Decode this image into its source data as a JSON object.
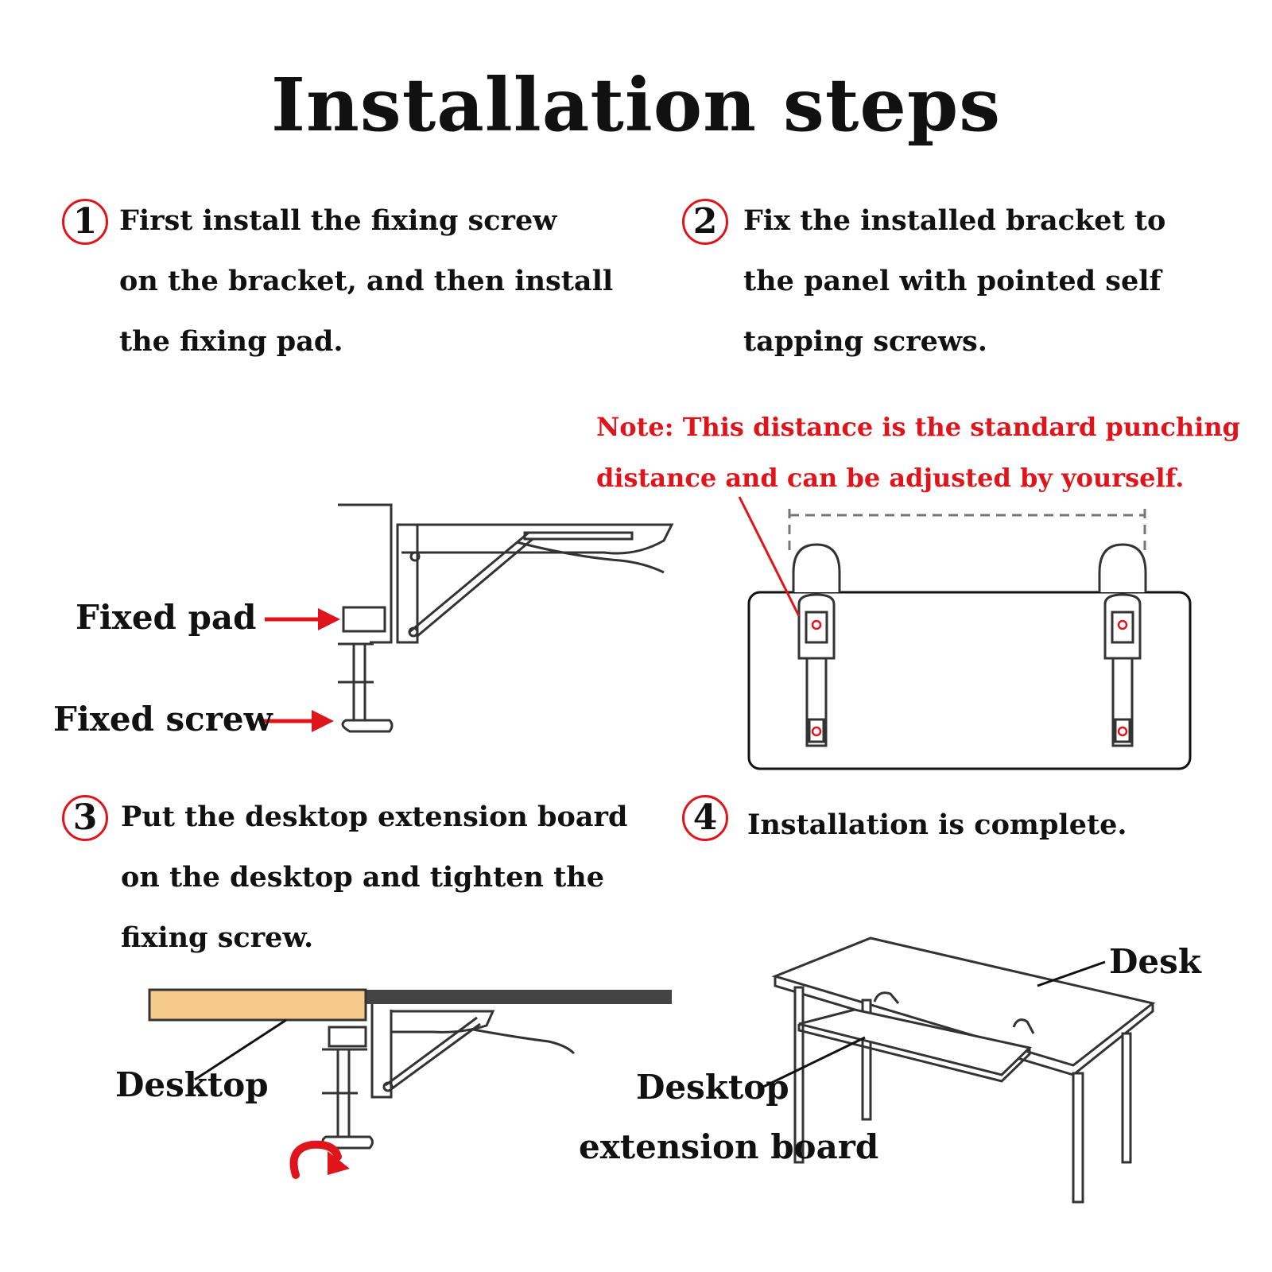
{
  "title": "Installation steps",
  "steps": [
    {
      "number": "1",
      "lines": [
        "First install the fixing screw",
        "on the bracket, and then install",
        "the fixing pad."
      ]
    },
    {
      "number": "2",
      "lines": [
        "Fix the installed bracket to",
        "the panel with pointed self",
        "tapping screws."
      ]
    },
    {
      "number": "3",
      "lines": [
        "Put the desktop extension board",
        "on the desktop and tighten the",
        "fixing screw."
      ]
    },
    {
      "number": "4",
      "lines": [
        "Installation is complete."
      ]
    }
  ],
  "note": {
    "lines": [
      "Note: This distance is the standard punching",
      "distance and can be adjusted by yourself."
    ],
    "color": "#e0151b"
  },
  "labels": {
    "fixed_pad": "Fixed pad",
    "fixed_screw": "Fixed screw",
    "desktop": "Desktop",
    "desk": "Desk",
    "extension_board_line1": "Desktop",
    "extension_board_line2": "extension board"
  },
  "colors": {
    "accent": "#e0151b",
    "wood": "#f5c98a",
    "line": "#333333"
  }
}
